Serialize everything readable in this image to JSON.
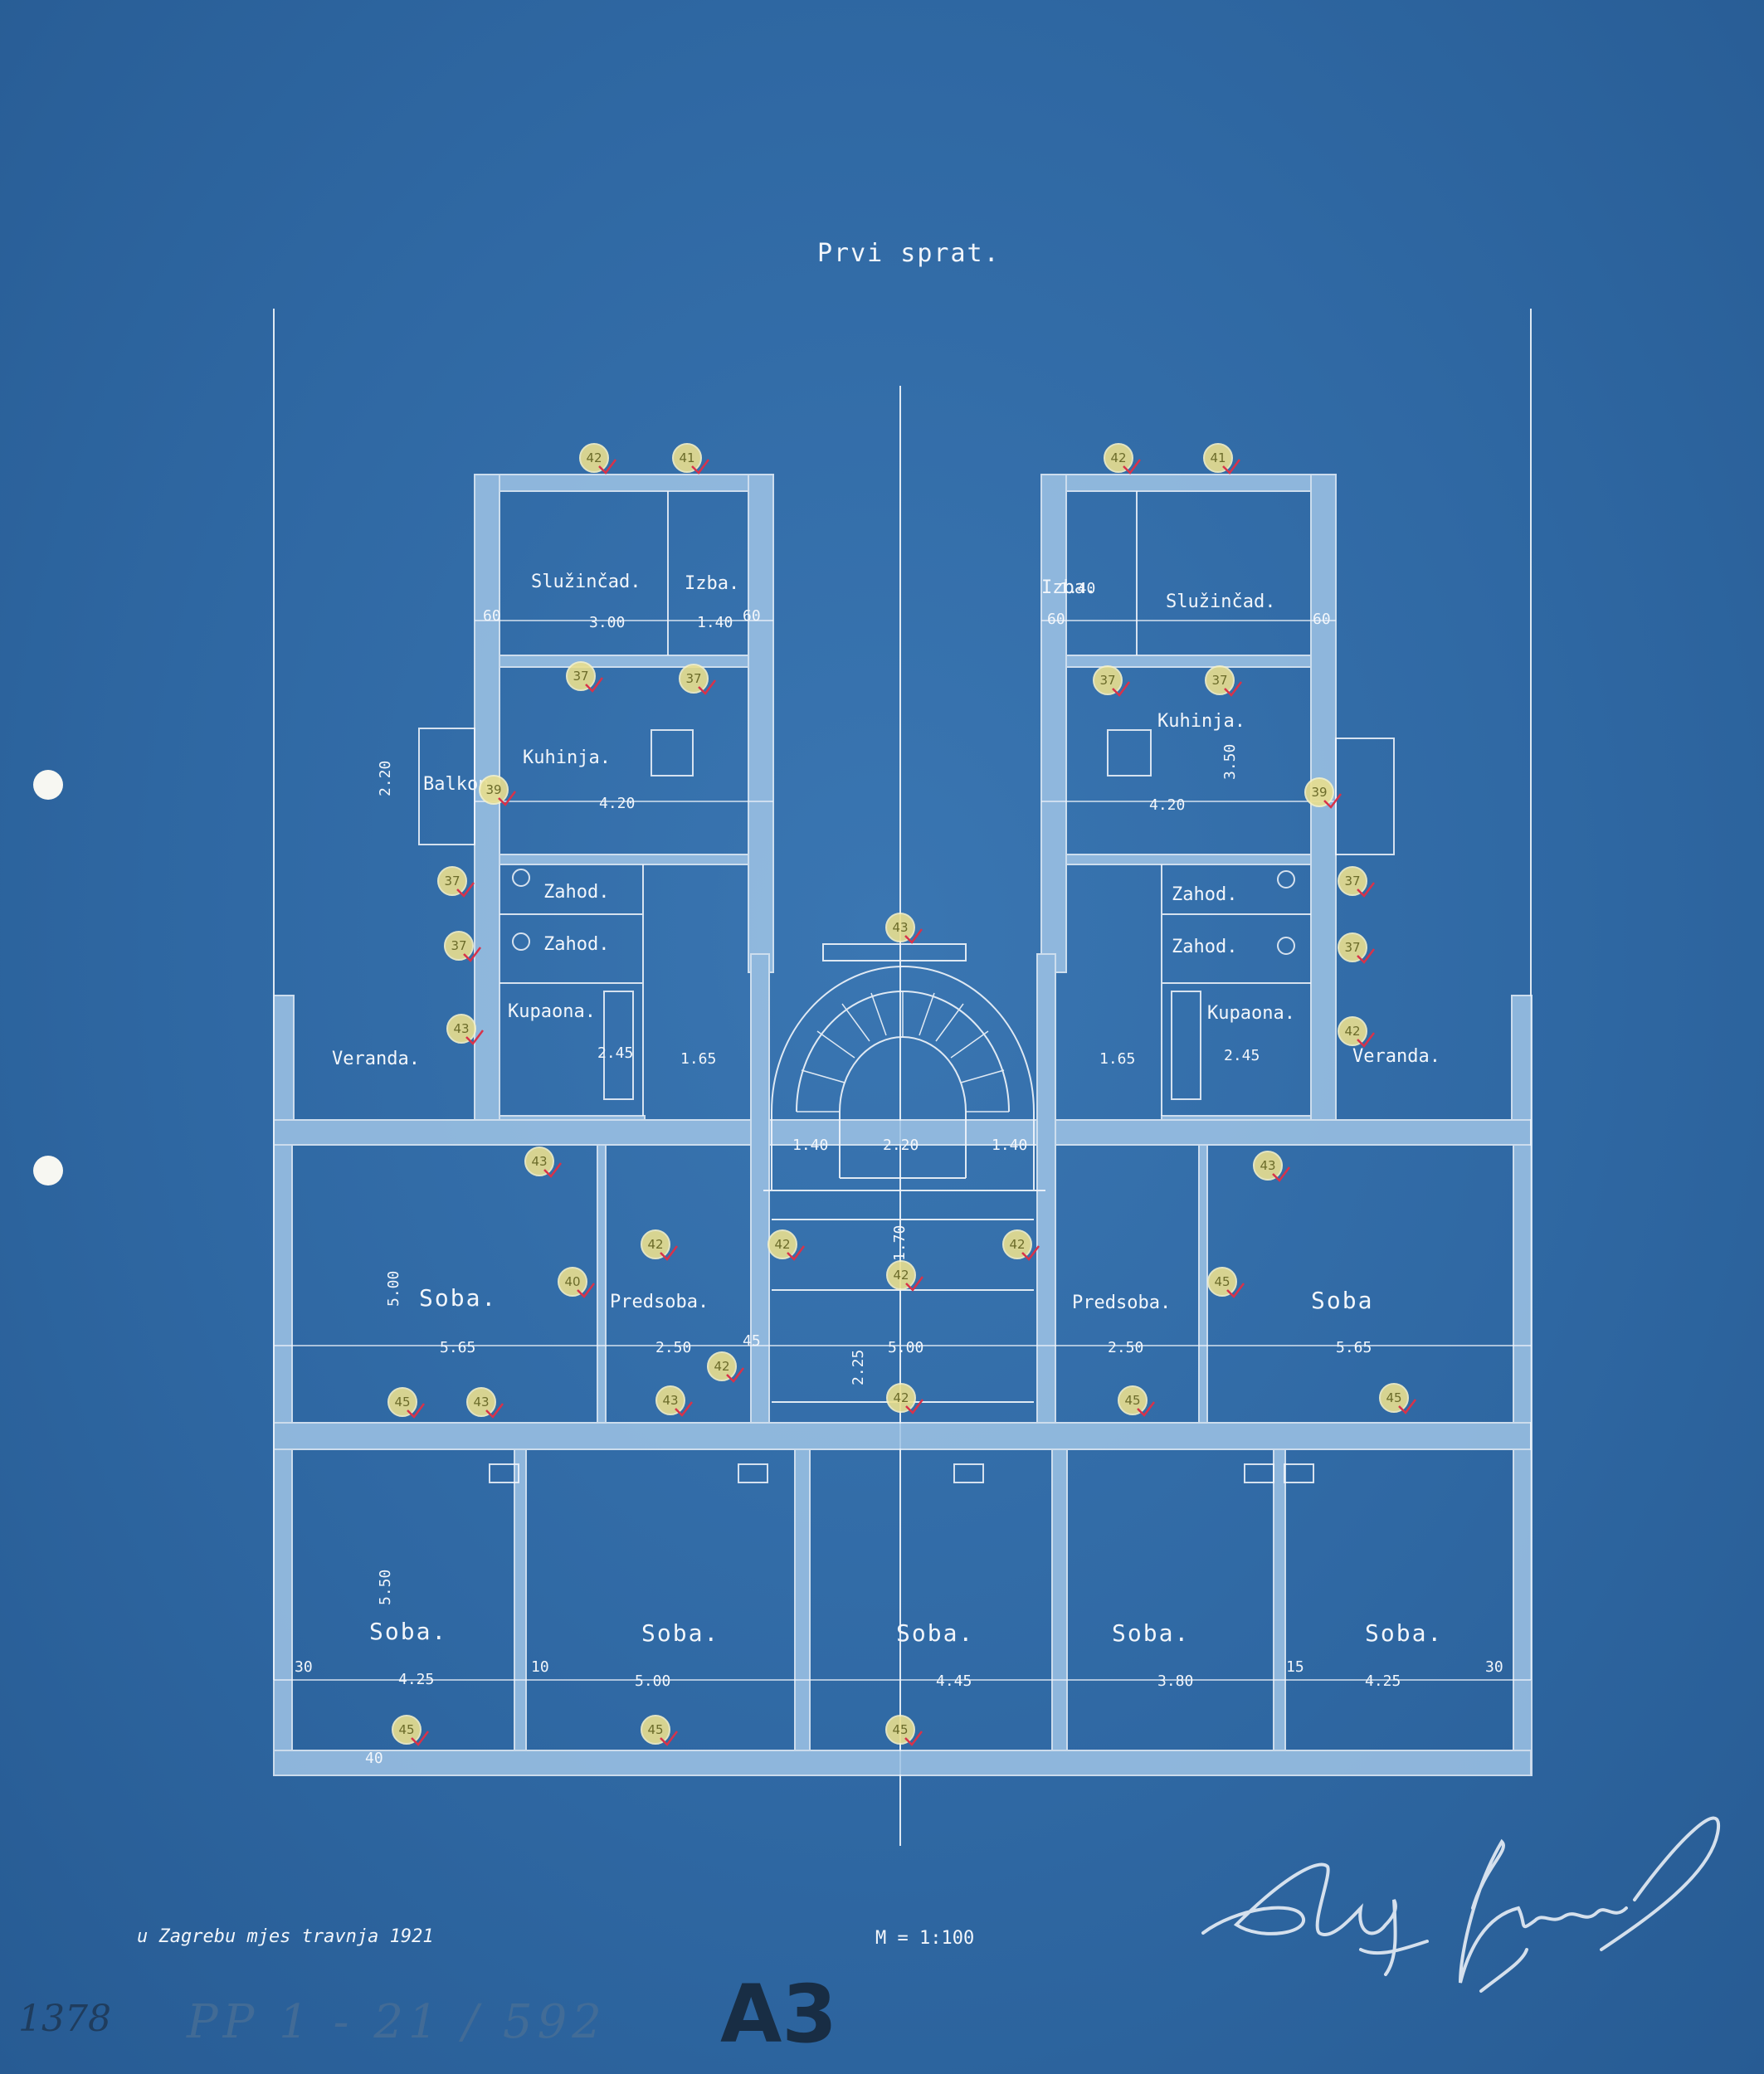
{
  "title": "Prvi sprat.",
  "place_date": "u Zagrebu mjes travnja 1921",
  "scale": "M = 1:100",
  "archive_number": "1378",
  "archive_reference": "PP 1 - 21 / 592",
  "sheet_code": "A3",
  "colors": {
    "paper": "#2f68a3",
    "line": "#f2f6fb",
    "wall_fill": "#9fc4e6",
    "marker_fill": "#e9df8f",
    "marker_tick": "#d8324a"
  },
  "rooms": {
    "left": {
      "sluzincad": "Služinčad.",
      "izba": "Izba.",
      "kuhinja": "Kuhinja.",
      "balkon": "Balkon",
      "zahod1": "Zahod.",
      "zahod2": "Zahod.",
      "kupaona": "Kupaona.",
      "veranda": "Veranda.",
      "soba": "Soba.",
      "predsoba": "Predsoba."
    },
    "right": {
      "sluzincad": "Služinčad.",
      "izba": "Izba.",
      "kuhinja": "Kuhinja.",
      "zahod1": "Zahod.",
      "zahod2": "Zahod.",
      "kupaona": "Kupaona.",
      "veranda": "Veranda.",
      "soba": "Soba",
      "predsoba": "Predsoba."
    },
    "bottom": [
      "Soba.",
      "Soba.",
      "Soba.",
      "Soba.",
      "Soba."
    ]
  },
  "dimensions": {
    "left_sluzincad_width": "3.00",
    "left_izba_width": "1.40",
    "left_wall_60a": "60",
    "left_wall_60b": "60",
    "left_kuhinja_width": "4.20",
    "left_balkon_depth": "2.20",
    "left_kupaona_w": "2.45",
    "left_hall_w": "1.65",
    "left_soba_w": "5.65",
    "left_soba_d": "5.00",
    "left_predsoba_w": "2.50",
    "stair_width": "2.20",
    "stair_side_a": "1.40",
    "stair_side_b": "1.40",
    "hall_width": "5.00",
    "hall_depth": "1.70",
    "hall_depth2": "2.25",
    "right_izba_width": "1.40",
    "right_wall_60a": "60",
    "right_wall_60b": "60",
    "right_kuhinja_width": "4.20",
    "right_kuhinja_depth": "3.50",
    "right_hall_w": "1.65",
    "right_kupaona_w": "2.45",
    "right_predsoba_w": "2.50",
    "right_soba_w": "5.65",
    "bottom_widths": [
      "4.25",
      "5.00",
      "4.45",
      "3.80",
      "4.25"
    ],
    "bottom_depth": "5.50",
    "wall_30": "30",
    "wall_10": "10",
    "wall_15": "15",
    "wall_45": "45",
    "wall_40": "40",
    "wall_e_30": "30"
  },
  "markers": [
    "42",
    "41",
    "37",
    "37",
    "39",
    "37",
    "37",
    "43",
    "43",
    "40",
    "43",
    "43",
    "42",
    "41",
    "37",
    "37",
    "39",
    "37",
    "37",
    "42",
    "43",
    "45",
    "42",
    "45",
    "43",
    "42",
    "42",
    "42",
    "42",
    "42",
    "45",
    "45",
    "45",
    "45",
    "45"
  ]
}
